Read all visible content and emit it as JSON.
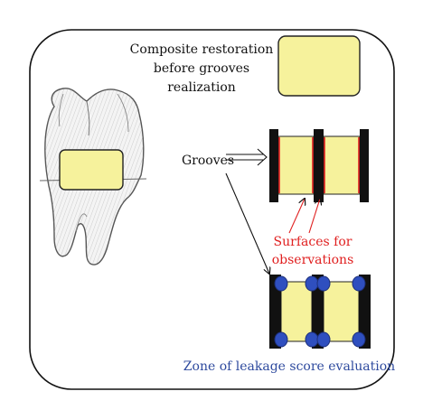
{
  "labels": {
    "composite_line1": "Composite restoration",
    "composite_line2": "before grooves",
    "composite_line3": "realization",
    "grooves": "Grooves",
    "surfaces_line1": "Surfaces for",
    "surfaces_line2": "observations",
    "zone": "Zone of leakage score evaluation"
  },
  "colors": {
    "restoration_fill": "#f6f29c",
    "groove_bar": "#111111",
    "surface_line": "#e02020",
    "surfaces_text": "#e02020",
    "zone_text": "#2e4a9e",
    "leakage_marker": "#2f4fbf",
    "frame_border": "#111111"
  },
  "icons": {
    "tooth": "molar-tooth-illustration",
    "grooves_arrow": "double-line-arrow-icon",
    "leakage_marker": "blue-ellipse-marker"
  }
}
